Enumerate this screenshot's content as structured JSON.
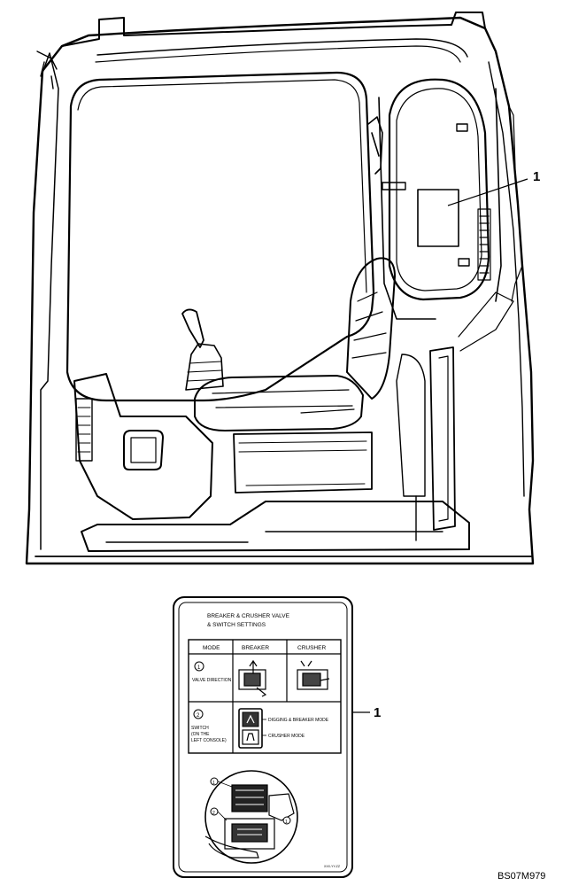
{
  "callouts": {
    "cab_decal": "1",
    "decal_detail": "1"
  },
  "figure_code": "BS07M979",
  "decal": {
    "title_line1": "BREAKER & CRUSHER VALVE",
    "title_line2": "& SWITCH SETTINGS",
    "headers": {
      "mode": "MODE",
      "breaker": "BREAKER",
      "crusher": "CRUSHER"
    },
    "row1": {
      "number": "1",
      "label": "VALVE DIRECTION"
    },
    "row2": {
      "number": "2",
      "label_line1": "SWITCH",
      "label_line2": "(ON THE",
      "label_line3": "LEFT CONSOLE)",
      "option_a": "DIGGING & BREAKER MODE",
      "option_b": "CRUSHER MODE"
    },
    "inset_markers": [
      "1",
      "2",
      "1"
    ],
    "part_no": "XXX-YY-ZZ"
  }
}
